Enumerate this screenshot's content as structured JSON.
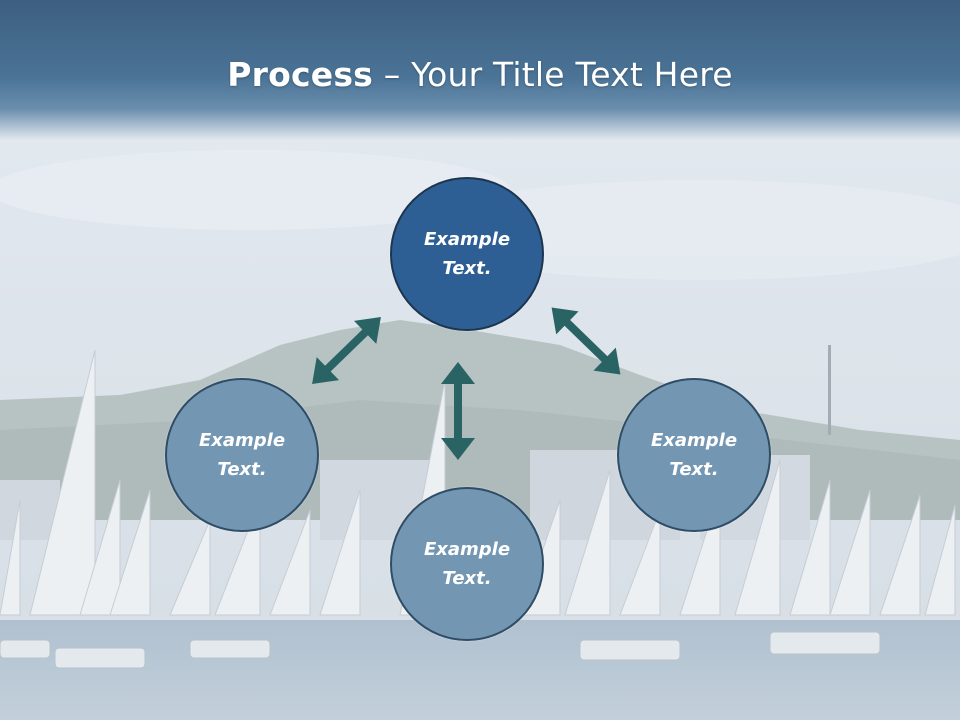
{
  "title": {
    "bold": "Process",
    "rest": " – Your Title Text Here"
  },
  "nodes": [
    {
      "label": "Example\nText."
    },
    {
      "label": "Example\nText."
    },
    {
      "label": "Example\nText."
    },
    {
      "label": "Example\nText."
    }
  ],
  "colors": {
    "primary_node": "#2e5f94",
    "secondary_node": "#7397b3",
    "arrow": "#2a6363",
    "title_bar": "#4a7396"
  }
}
